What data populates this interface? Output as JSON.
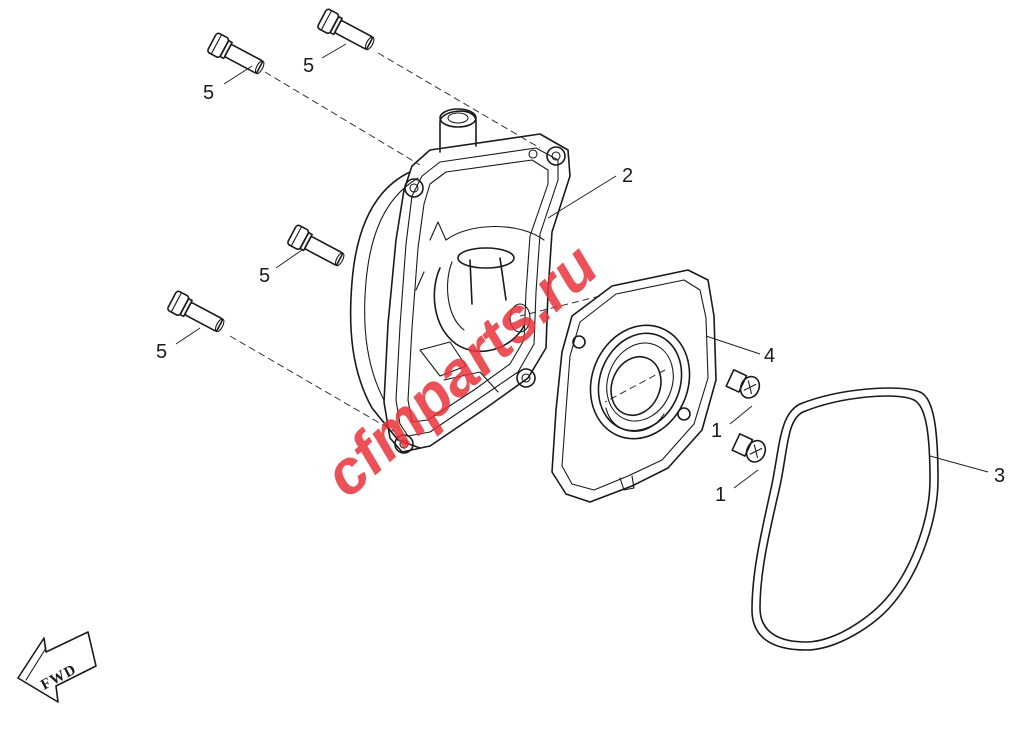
{
  "diagram": {
    "part_labels": {
      "screw_upper": "1",
      "screw_lower": "1",
      "cover": "2",
      "gasket": "3",
      "plate": "4",
      "bolt_a": "5",
      "bolt_b": "5",
      "bolt_c": "5",
      "bolt_d": "5"
    },
    "fwd_arrow_text": "FWD",
    "watermark": "cfmparts.ru",
    "colors": {
      "line": "#1a1a1a",
      "watermark": "#e8333a",
      "background": "#ffffff"
    }
  }
}
